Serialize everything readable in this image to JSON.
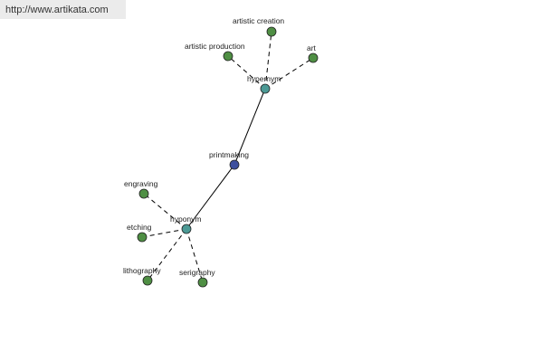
{
  "header": {
    "url": "http://www.artikata.com"
  },
  "graph": {
    "center": {
      "label": "printmaking"
    },
    "hypernym": {
      "label": "hypernym",
      "children": [
        {
          "label": "artistic creation"
        },
        {
          "label": "artistic production"
        },
        {
          "label": "art"
        }
      ]
    },
    "hyponym": {
      "label": "hyponym",
      "children": [
        {
          "label": "engraving"
        },
        {
          "label": "etching"
        },
        {
          "label": "lithography"
        },
        {
          "label": "serigraphy"
        }
      ]
    }
  },
  "colors": {
    "center_node": "#3d4f9e",
    "hub_node": "#4c9a95",
    "leaf_node": "#4f8f44",
    "edge": "#000000",
    "url_background": "#ebebeb"
  }
}
